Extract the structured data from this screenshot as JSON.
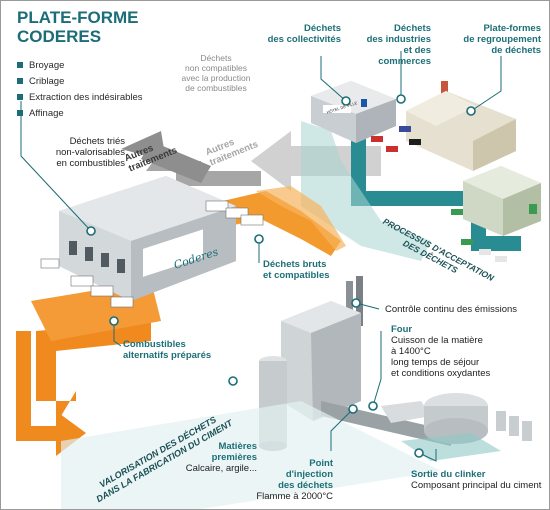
{
  "title": {
    "line1": "PLATE-FORME",
    "line2": "CODERES"
  },
  "legend": [
    "Broyage",
    "Criblage",
    "Extraction des indésirables",
    "Affinage"
  ],
  "labels": {
    "dechets_tries": [
      "Déchets triés",
      "non-valorisables",
      "en combustibles"
    ],
    "autres_traitements": [
      "Autres",
      "traitements"
    ],
    "autres_traitements_grey": [
      "Autres",
      "traitements"
    ],
    "dechets_non_compatibles": [
      "Déchets",
      "non compatibles",
      "avec la production",
      "de combustibles"
    ],
    "dechets_collectivites": [
      "Déchets",
      "des collectivités"
    ],
    "dechets_industries": [
      "Déchets",
      "des industries",
      "et des commerces"
    ],
    "plateformes_regroupement": [
      "Plate-formes",
      "de regroupement",
      "de déchets"
    ],
    "processus": [
      "PROCESSUS D'ACCEPTATION",
      "DES DÉCHETS"
    ],
    "dechets_bruts": [
      "Déchets bruts",
      "et compatibles"
    ],
    "controle": "Contrôle continu des émissions",
    "four_title": "Four",
    "four_detail": [
      "Cuisson de la matière",
      "à 1400°C",
      "long temps de séjour",
      "et conditions oxydantes"
    ],
    "combustibles": [
      "Combustibles",
      "alternatifs préparés"
    ],
    "valorisation": [
      "VALORISATION DES DÉCHETS",
      "DANS LA FABRICATION DU CIMENT"
    ],
    "matieres_title": [
      "Matières",
      "premières"
    ],
    "matieres_detail": "Calcaire, argile...",
    "point_injection": [
      "Point",
      "d'injection",
      "des déchets"
    ],
    "flamme": "Flamme à 2000°C",
    "sortie_title": "Sortie du clinker",
    "sortie_detail": "Composant principal du ciment",
    "coderes_logo": "Coderes",
    "building_sign": "HÔTEL DE VILLE"
  },
  "colors": {
    "teal": "#1b6d77",
    "teal_band": "#2f9198",
    "orange": "#f08a1e",
    "grey_arrow": "#bdbdbd",
    "building": "#d9dcde"
  },
  "icons": [
    "dot-marker",
    "truck-icon",
    "factory-icon",
    "warehouse-icon",
    "town-hall-icon",
    "cement-plant-icon"
  ]
}
